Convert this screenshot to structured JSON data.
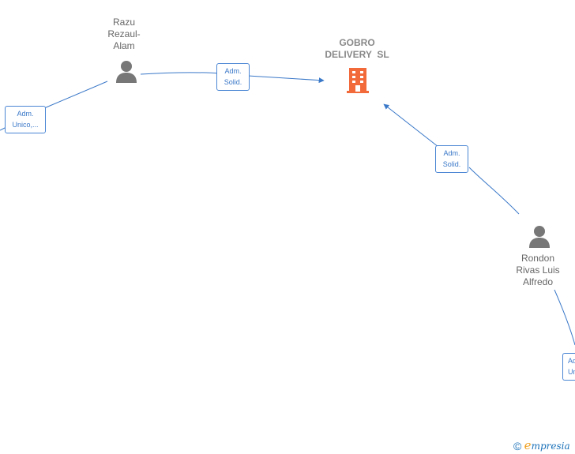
{
  "company": {
    "name_line1": "GOBRO",
    "name_line2": "DELIVERY  SL",
    "color": "#f26a3a"
  },
  "persons": [
    {
      "id": "razu",
      "lines": [
        "Razu",
        "Rezaul-",
        "Alam"
      ]
    },
    {
      "id": "rondon",
      "lines": [
        "Rondon",
        "Rivas Luis",
        "Alfredo"
      ]
    }
  ],
  "edge_labels": [
    {
      "id": "razu-company",
      "line1": "Adm.",
      "line2": "Solid."
    },
    {
      "id": "rondon-company",
      "line1": "Adm.",
      "line2": "Solid."
    },
    {
      "id": "offscreen-razu",
      "line1": "Adm.",
      "line2": "Unico,..."
    },
    {
      "id": "offscreen-rondon",
      "line1": "Adm.",
      "line2": "Unico,..."
    }
  ],
  "colors": {
    "edge": "#3a78c8",
    "person_icon": "#777777",
    "label_text": "#666666"
  },
  "icons": {
    "person": "person-icon",
    "company": "building-icon"
  },
  "brand": {
    "copyright": "©",
    "e": "e",
    "rest": "mpresia"
  }
}
